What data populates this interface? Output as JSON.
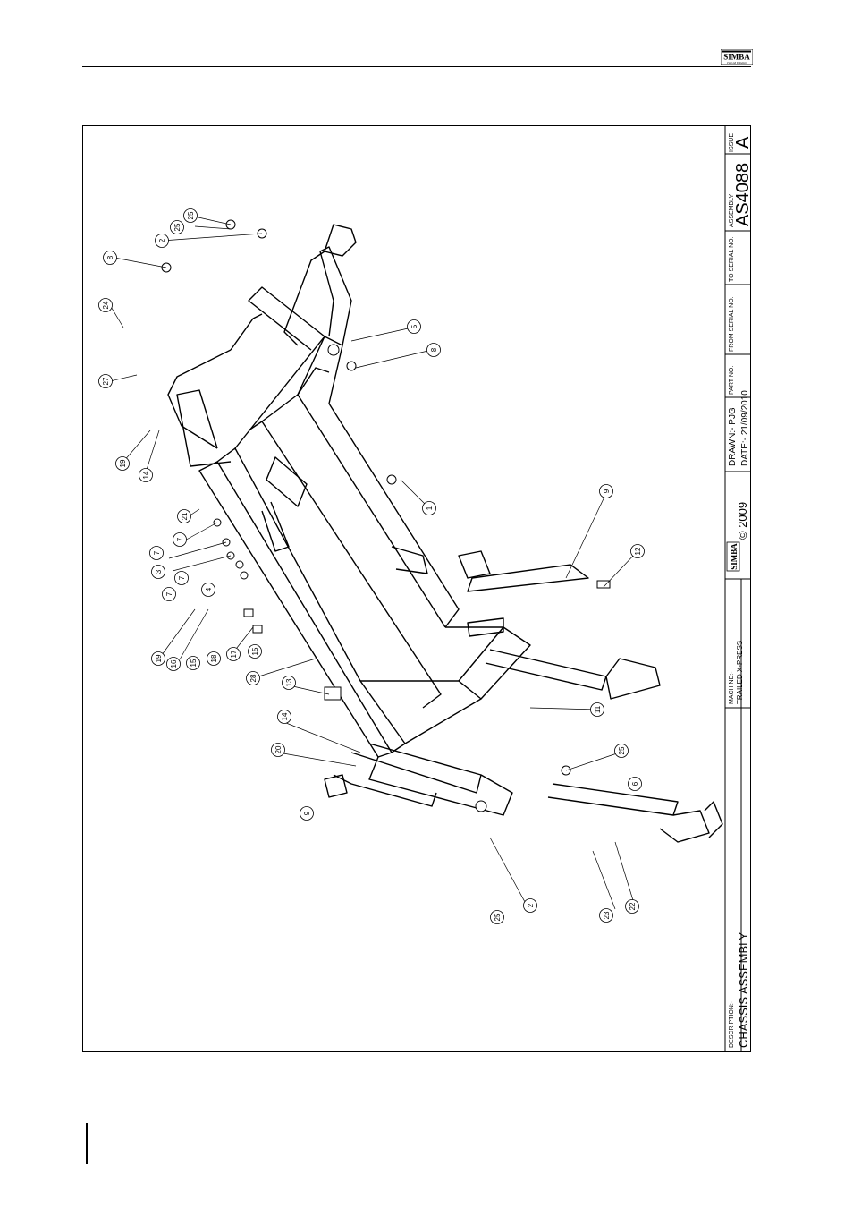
{
  "header": {
    "logo_text": "SIMBA",
    "logo_subtext": "Great Plains"
  },
  "title_block": {
    "description_label": "DESCRIPTION:-",
    "description": "CHASSIS ASSEMBLY",
    "machine_label": "MACHINE:-",
    "machine": "TRAILED X-PRESS",
    "brand": "SIMBA",
    "copyright": "© 2009",
    "drawn": "DRAWN:- PJG",
    "date": "DATE:- 21/09/2010",
    "part_no_label": "PART NO.",
    "from_serial_label": "FROM SERIAL NO.",
    "to_serial_label": "TO SERIAL NO.",
    "assembly_label": "ASSEMBLY",
    "assembly": "AS4088",
    "issue_label": "ISSUE",
    "issue": "A"
  },
  "callouts": [
    "25",
    "25",
    "2",
    "8",
    "24",
    "27",
    "5",
    "8",
    "19",
    "14",
    "1",
    "9",
    "21",
    "7",
    "7",
    "3",
    "7",
    "7",
    "4",
    "12",
    "19",
    "16",
    "15",
    "18",
    "17",
    "15",
    "28",
    "13",
    "11",
    "14",
    "20",
    "25",
    "9",
    "6",
    "25",
    "2",
    "23",
    "22"
  ],
  "colors": {
    "line": "#000000",
    "paper": "#ffffff"
  }
}
